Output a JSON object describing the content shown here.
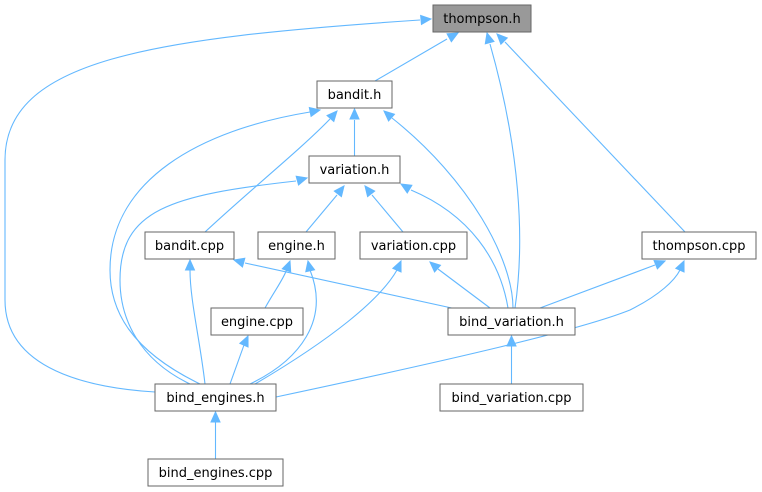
{
  "graph": {
    "nodes": {
      "thompson_h": "thompson.h",
      "bandit_h": "bandit.h",
      "variation_h": "variation.h",
      "bandit_cpp": "bandit.cpp",
      "engine_h": "engine.h",
      "variation_cpp": "variation.cpp",
      "thompson_cpp": "thompson.cpp",
      "engine_cpp": "engine.cpp",
      "bind_variation_h": "bind_variation.h",
      "bind_engines_h": "bind_engines.h",
      "bind_variation_cpp": "bind_variation.cpp",
      "bind_engines_cpp": "bind_engines.cpp"
    },
    "highlighted": "thompson_h",
    "colors": {
      "edge": "#63b8ff",
      "node_border": "#666666",
      "highlight_fill": "#999999"
    }
  }
}
